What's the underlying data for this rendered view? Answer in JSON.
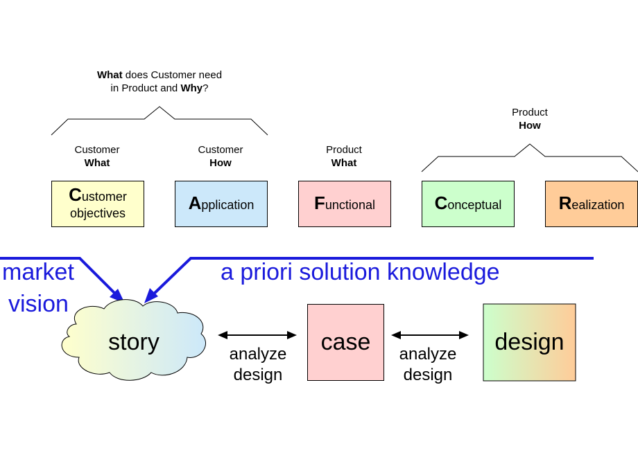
{
  "header": {
    "line1_bold": "What",
    "line1_rest": " does Customer need",
    "line2_pre": "in Product and ",
    "line2_bold": "Why",
    "line2_post": "?"
  },
  "product_how": {
    "line1": "Product",
    "line2": "How"
  },
  "captions": [
    {
      "line1": "Customer",
      "line2": "What"
    },
    {
      "line1": "Customer",
      "line2": "How"
    },
    {
      "line1": "Product",
      "line2": "What"
    }
  ],
  "boxes": [
    {
      "initial": "C",
      "rest": "ustomer",
      "line2": "objectives",
      "color": "#ffffcc"
    },
    {
      "initial": "A",
      "rest": "pplication",
      "line2": "",
      "color": "#cce8fa"
    },
    {
      "initial": "F",
      "rest": "unctional",
      "line2": "",
      "color": "#ffd0d0"
    },
    {
      "initial": "C",
      "rest": "onceptual",
      "line2": "",
      "color": "#ccffcc"
    },
    {
      "initial": "R",
      "rest": "ealization",
      "line2": "",
      "color": "#ffcc99"
    }
  ],
  "flow": {
    "market": "market",
    "vision": "vision",
    "knowledge": "a priori solution knowledge",
    "story": "story",
    "case": "case",
    "design": "design",
    "analyze1": "analyze",
    "design_label1": "design",
    "analyze2": "analyze",
    "design_label2": "design"
  },
  "colors": {
    "blue": "#1a1adc",
    "case_fill": "#ffd0d0"
  }
}
